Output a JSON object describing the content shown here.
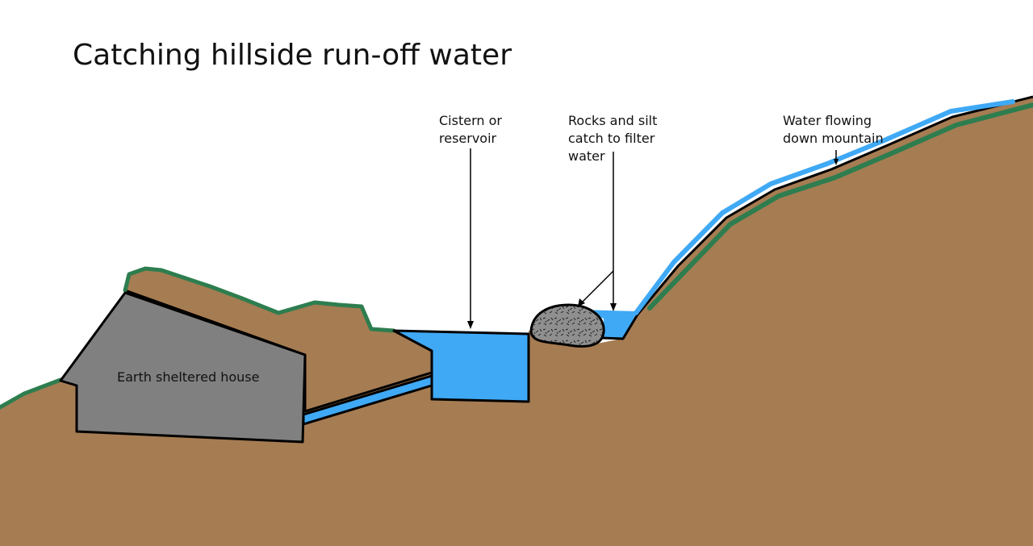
{
  "title": "Catching hillside run-off water",
  "labels": {
    "cistern": [
      "Cistern or",
      "reservoir"
    ],
    "rocks": [
      "Rocks and silt",
      "catch to filter",
      "water"
    ],
    "water_flow": [
      "Water flowing",
      "down mountain"
    ],
    "house": "Earth sheltered house"
  },
  "colors": {
    "earth": "#a67c52",
    "grass": "#2e7d4f",
    "water": "#3fa9f5",
    "house": "#808080",
    "rock": "#8a8a8a",
    "outline": "#000000",
    "background": "#ffffff"
  }
}
